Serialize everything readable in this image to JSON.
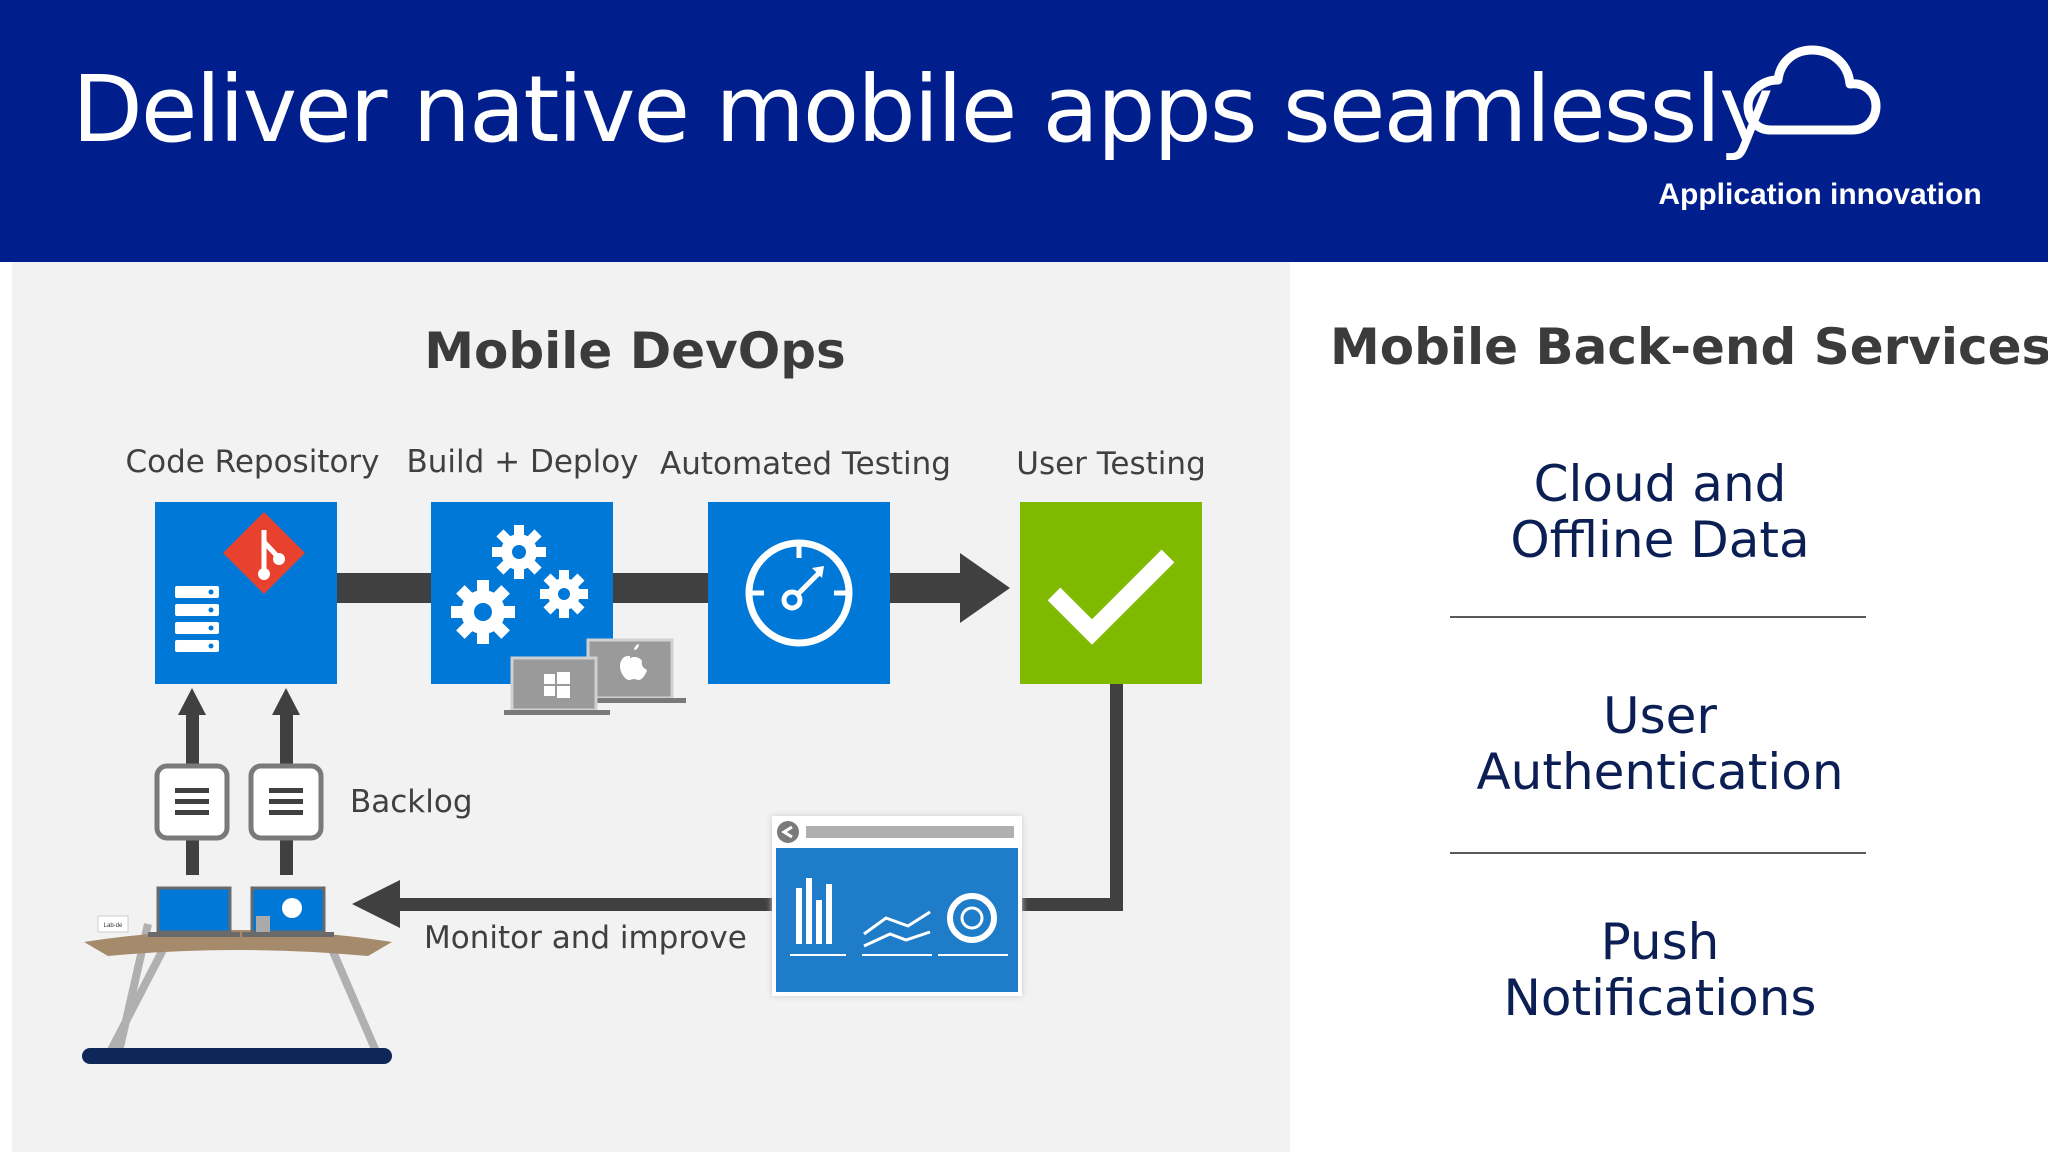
{
  "header": {
    "title": "Deliver native mobile apps seamlessly",
    "badge_label": "Application innovation",
    "badge_icon": "cloud-icon",
    "bg_color": "#001e8c"
  },
  "devops": {
    "title": "Mobile DevOps",
    "stages": [
      {
        "label": "Code Repository",
        "icon": "git-repository-icon",
        "color": "#0078d7"
      },
      {
        "label": "Build + Deploy",
        "icon": "gears-icon",
        "color": "#0078d7"
      },
      {
        "label": "Automated Testing",
        "icon": "gauge-icon",
        "color": "#0078d7"
      },
      {
        "label": "User Testing",
        "icon": "checkmark-icon",
        "color": "#7fba00"
      }
    ],
    "backlog_label": "Backlog",
    "monitor_label": "Monitor and improve",
    "sticky_note": "Lab-de"
  },
  "backend": {
    "title": "Mobile Back-end Services",
    "services": [
      {
        "line1": "Cloud and",
        "line2": "Offline Data"
      },
      {
        "line1": "User",
        "line2": "Authentication"
      },
      {
        "line1": "Push",
        "line2": "Notifications"
      }
    ]
  }
}
